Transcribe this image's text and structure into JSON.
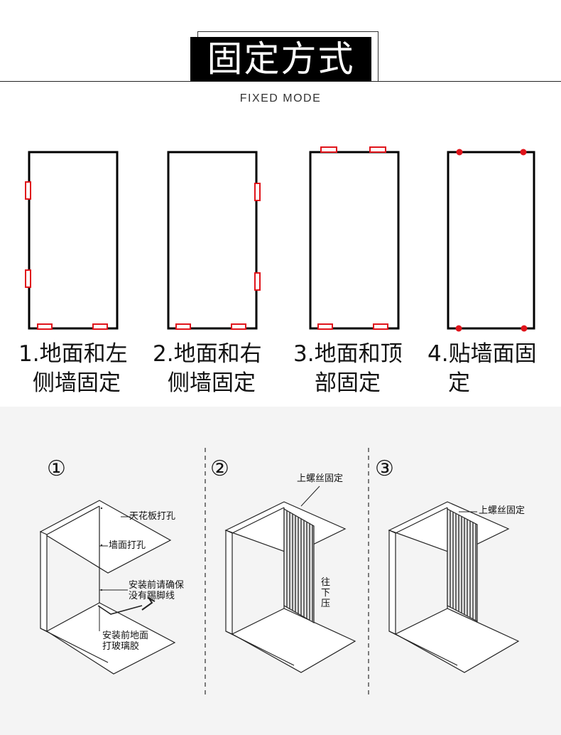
{
  "header": {
    "title": "固定方式",
    "subtitle": "FIXED MODE"
  },
  "methods": [
    {
      "label_line1": "1.地面和左",
      "label_line2": "侧墙固定"
    },
    {
      "label_line1": "2.地面和右",
      "label_line2": "侧墙固定"
    },
    {
      "label_line1": "3.地面和顶",
      "label_line2": "部固定"
    },
    {
      "label_line1": "4.贴墙面固",
      "label_line2": "定"
    }
  ],
  "steps": [
    {
      "number": "①",
      "annotations": {
        "ceiling": "天花板打孔",
        "wall": "墙面打孔",
        "skirting": "安装前请确保\n没有踢脚线",
        "floor": "安装前地面\n打玻璃胶"
      }
    },
    {
      "number": "②",
      "annotations": {
        "top": "上螺丝固定",
        "press": "往\n下\n压"
      }
    },
    {
      "number": "③",
      "annotations": {
        "top": "上螺丝固定"
      }
    }
  ],
  "colors": {
    "marker": "#e0141b",
    "title_bg": "#000000",
    "panel_bg": "#f4f4f4"
  }
}
